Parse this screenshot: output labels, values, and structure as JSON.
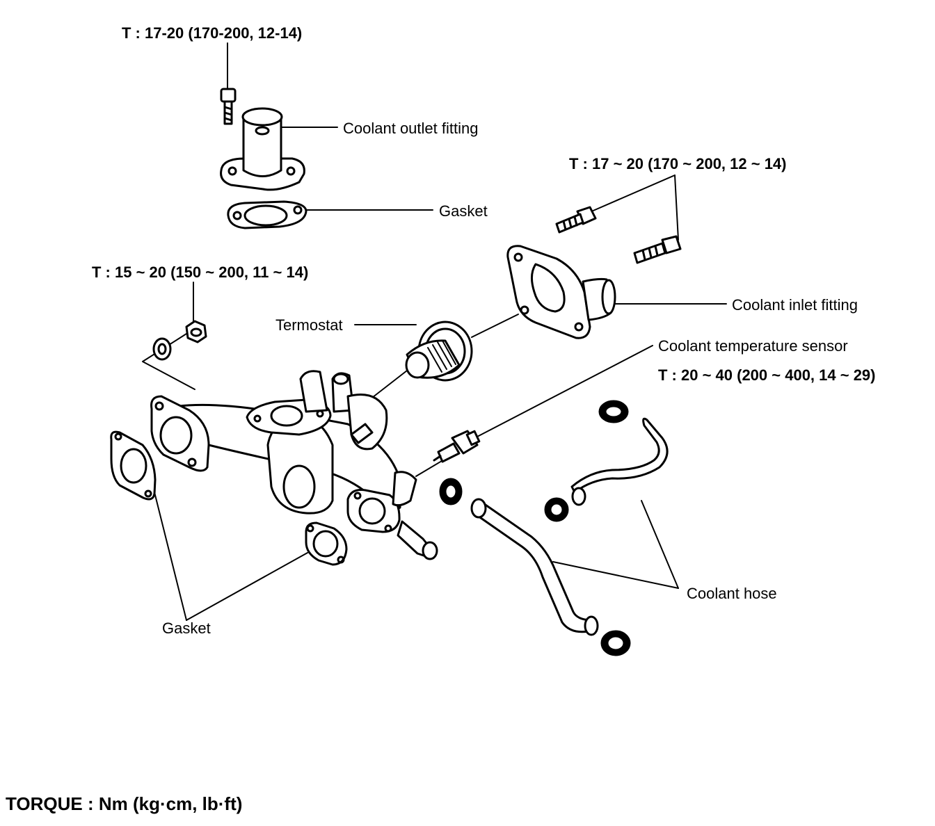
{
  "labels": {
    "torque_outlet": "T : 17-20 (170-200, 12-14)",
    "coolant_outlet_fitting": "Coolant outlet fitting",
    "gasket_top": "Gasket",
    "torque_inlet": "T : 17 ~ 20 (170 ~ 200, 12 ~ 14)",
    "torque_nut": "T : 15 ~ 20 (150 ~ 200, 11 ~ 14)",
    "coolant_inlet_fitting": "Coolant inlet fitting",
    "thermostat": "Termostat",
    "coolant_temp_sensor": "Coolant temperature sensor",
    "torque_sensor": "T : 20 ~ 40 (200 ~ 400, 14 ~ 29)",
    "coolant_hose": "Coolant hose",
    "gasket_bottom": "Gasket",
    "torque_legend": "TORQUE : Nm (kg·cm, lb·ft)"
  }
}
